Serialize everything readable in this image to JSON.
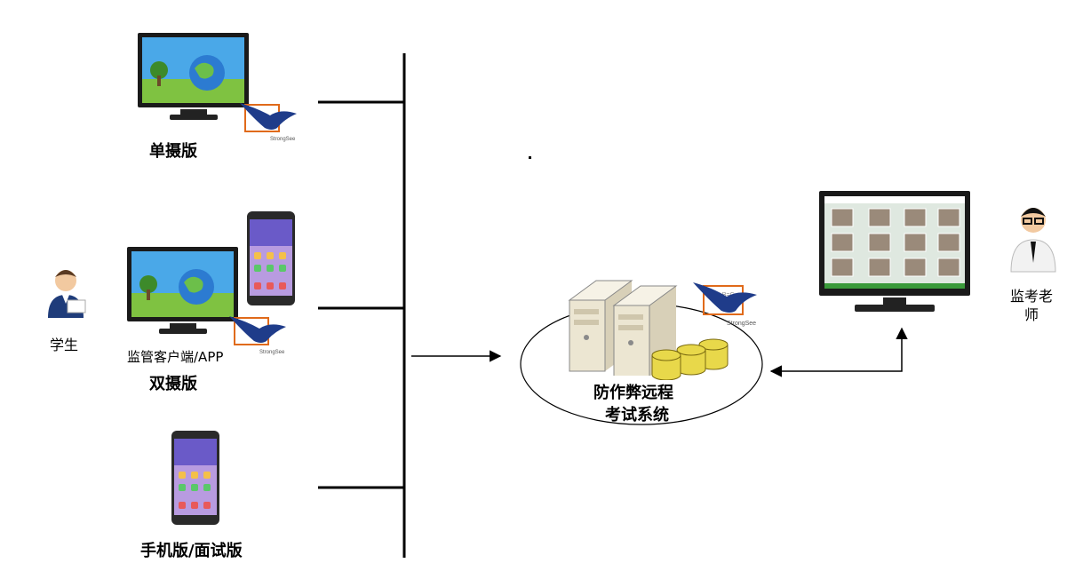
{
  "labels": {
    "single": "单摄版",
    "client_app": "监管客户端/APP",
    "dual": "双摄版",
    "mobile": "手机版/面试版",
    "student": "学生",
    "system_line1": "防作弊远程",
    "system_line2": "考试系统",
    "teacher_line1": "监考老",
    "teacher_line2": "师",
    "brand": "StrongSee",
    "logo_formula": "A+B=C"
  },
  "icons": {
    "monitor": "desktop-monitor-icon",
    "phone": "smartphone-icon",
    "server": "server-icon",
    "database": "database-icon",
    "eagle": "eagle-logo-icon",
    "student": "student-avatar-icon",
    "teacher": "teacher-avatar-icon"
  },
  "colors": {
    "line": "#000000",
    "monitor_frame": "#1a1a1a",
    "screen_sky": "#4aa8e8",
    "grass": "#7fc241",
    "phone_body": "#2a2a2a",
    "db_gold": "#e8d84a",
    "eagle_blue": "#1f3c8a",
    "logo_orange": "#e06a1a",
    "server_beige": "#ece6d2",
    "teacher_screen": "#dfe8e0"
  }
}
